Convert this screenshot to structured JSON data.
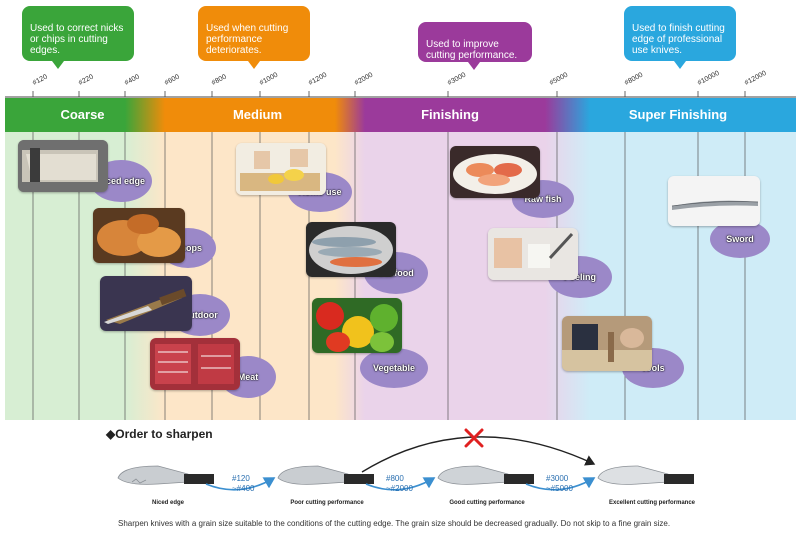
{
  "colors": {
    "coarse": "#3aa53a",
    "medium": "#f08c0a",
    "finishing": "#9b3a9b",
    "super": "#2aa7de",
    "coarse_bg": "#d7eed3",
    "medium_bg": "#fde6c8",
    "finishing_bg": "#ead3ea",
    "super_bg": "#cfecf7",
    "blob": "#9b88c8",
    "arrow_blue": "#3b8fd0",
    "cross": "#e02020"
  },
  "callouts": [
    {
      "text": "Used to correct nicks\nor chips in cutting\nedges.",
      "color": "#3aa53a"
    },
    {
      "text": "Used when cutting\nperformance\ndeteriorates.",
      "color": "#f08c0a"
    },
    {
      "text": "Used to improve\ncutting performance.",
      "color": "#9b3a9b"
    },
    {
      "text": "Used to finish cutting\nedge of professional\nuse knives.",
      "color": "#2aa7de"
    }
  ],
  "grains": [
    "#120",
    "#220",
    "#400",
    "#600",
    "#800",
    "#1000",
    "#1200",
    "#2000",
    "#3000",
    "#5000",
    "#8000",
    "#10000",
    "#12000"
  ],
  "bands": [
    "Coarse",
    "Medium",
    "Finishing",
    "Super Finishing"
  ],
  "items": [
    {
      "label": "Niced edge",
      "icon": "chipped-knife-photo"
    },
    {
      "label": "Chops",
      "icon": "chops-photo"
    },
    {
      "label": "Outdoor",
      "icon": "outdoor-knife-photo"
    },
    {
      "label": "Meat",
      "icon": "meat-photo"
    },
    {
      "label": "Home use",
      "icon": "home-use-photo"
    },
    {
      "label": "Seafood",
      "icon": "seafood-photo"
    },
    {
      "label": "Vegetable",
      "icon": "vegetable-photo"
    },
    {
      "label": "Raw fish",
      "icon": "raw-fish-photo"
    },
    {
      "label": "Peeling",
      "icon": "peeling-photo"
    },
    {
      "label": "Tools",
      "icon": "tools-photo"
    },
    {
      "label": "Sword",
      "icon": "sword-photo"
    }
  ],
  "order": {
    "title": "◆Order to sharpen",
    "steps": [
      "Niced edge",
      "Poor cutting performance",
      "Good cutting performance",
      "Excellent cutting performance"
    ],
    "arrows": [
      "#120\n~#400",
      "#800\n~#2000",
      "#3000\n~#5000"
    ],
    "footnote": "Sharpen knives with a grain size suitable to the conditions of the cutting edge. The grain size should be decreased gradually. Do not skip to a fine grain size."
  }
}
